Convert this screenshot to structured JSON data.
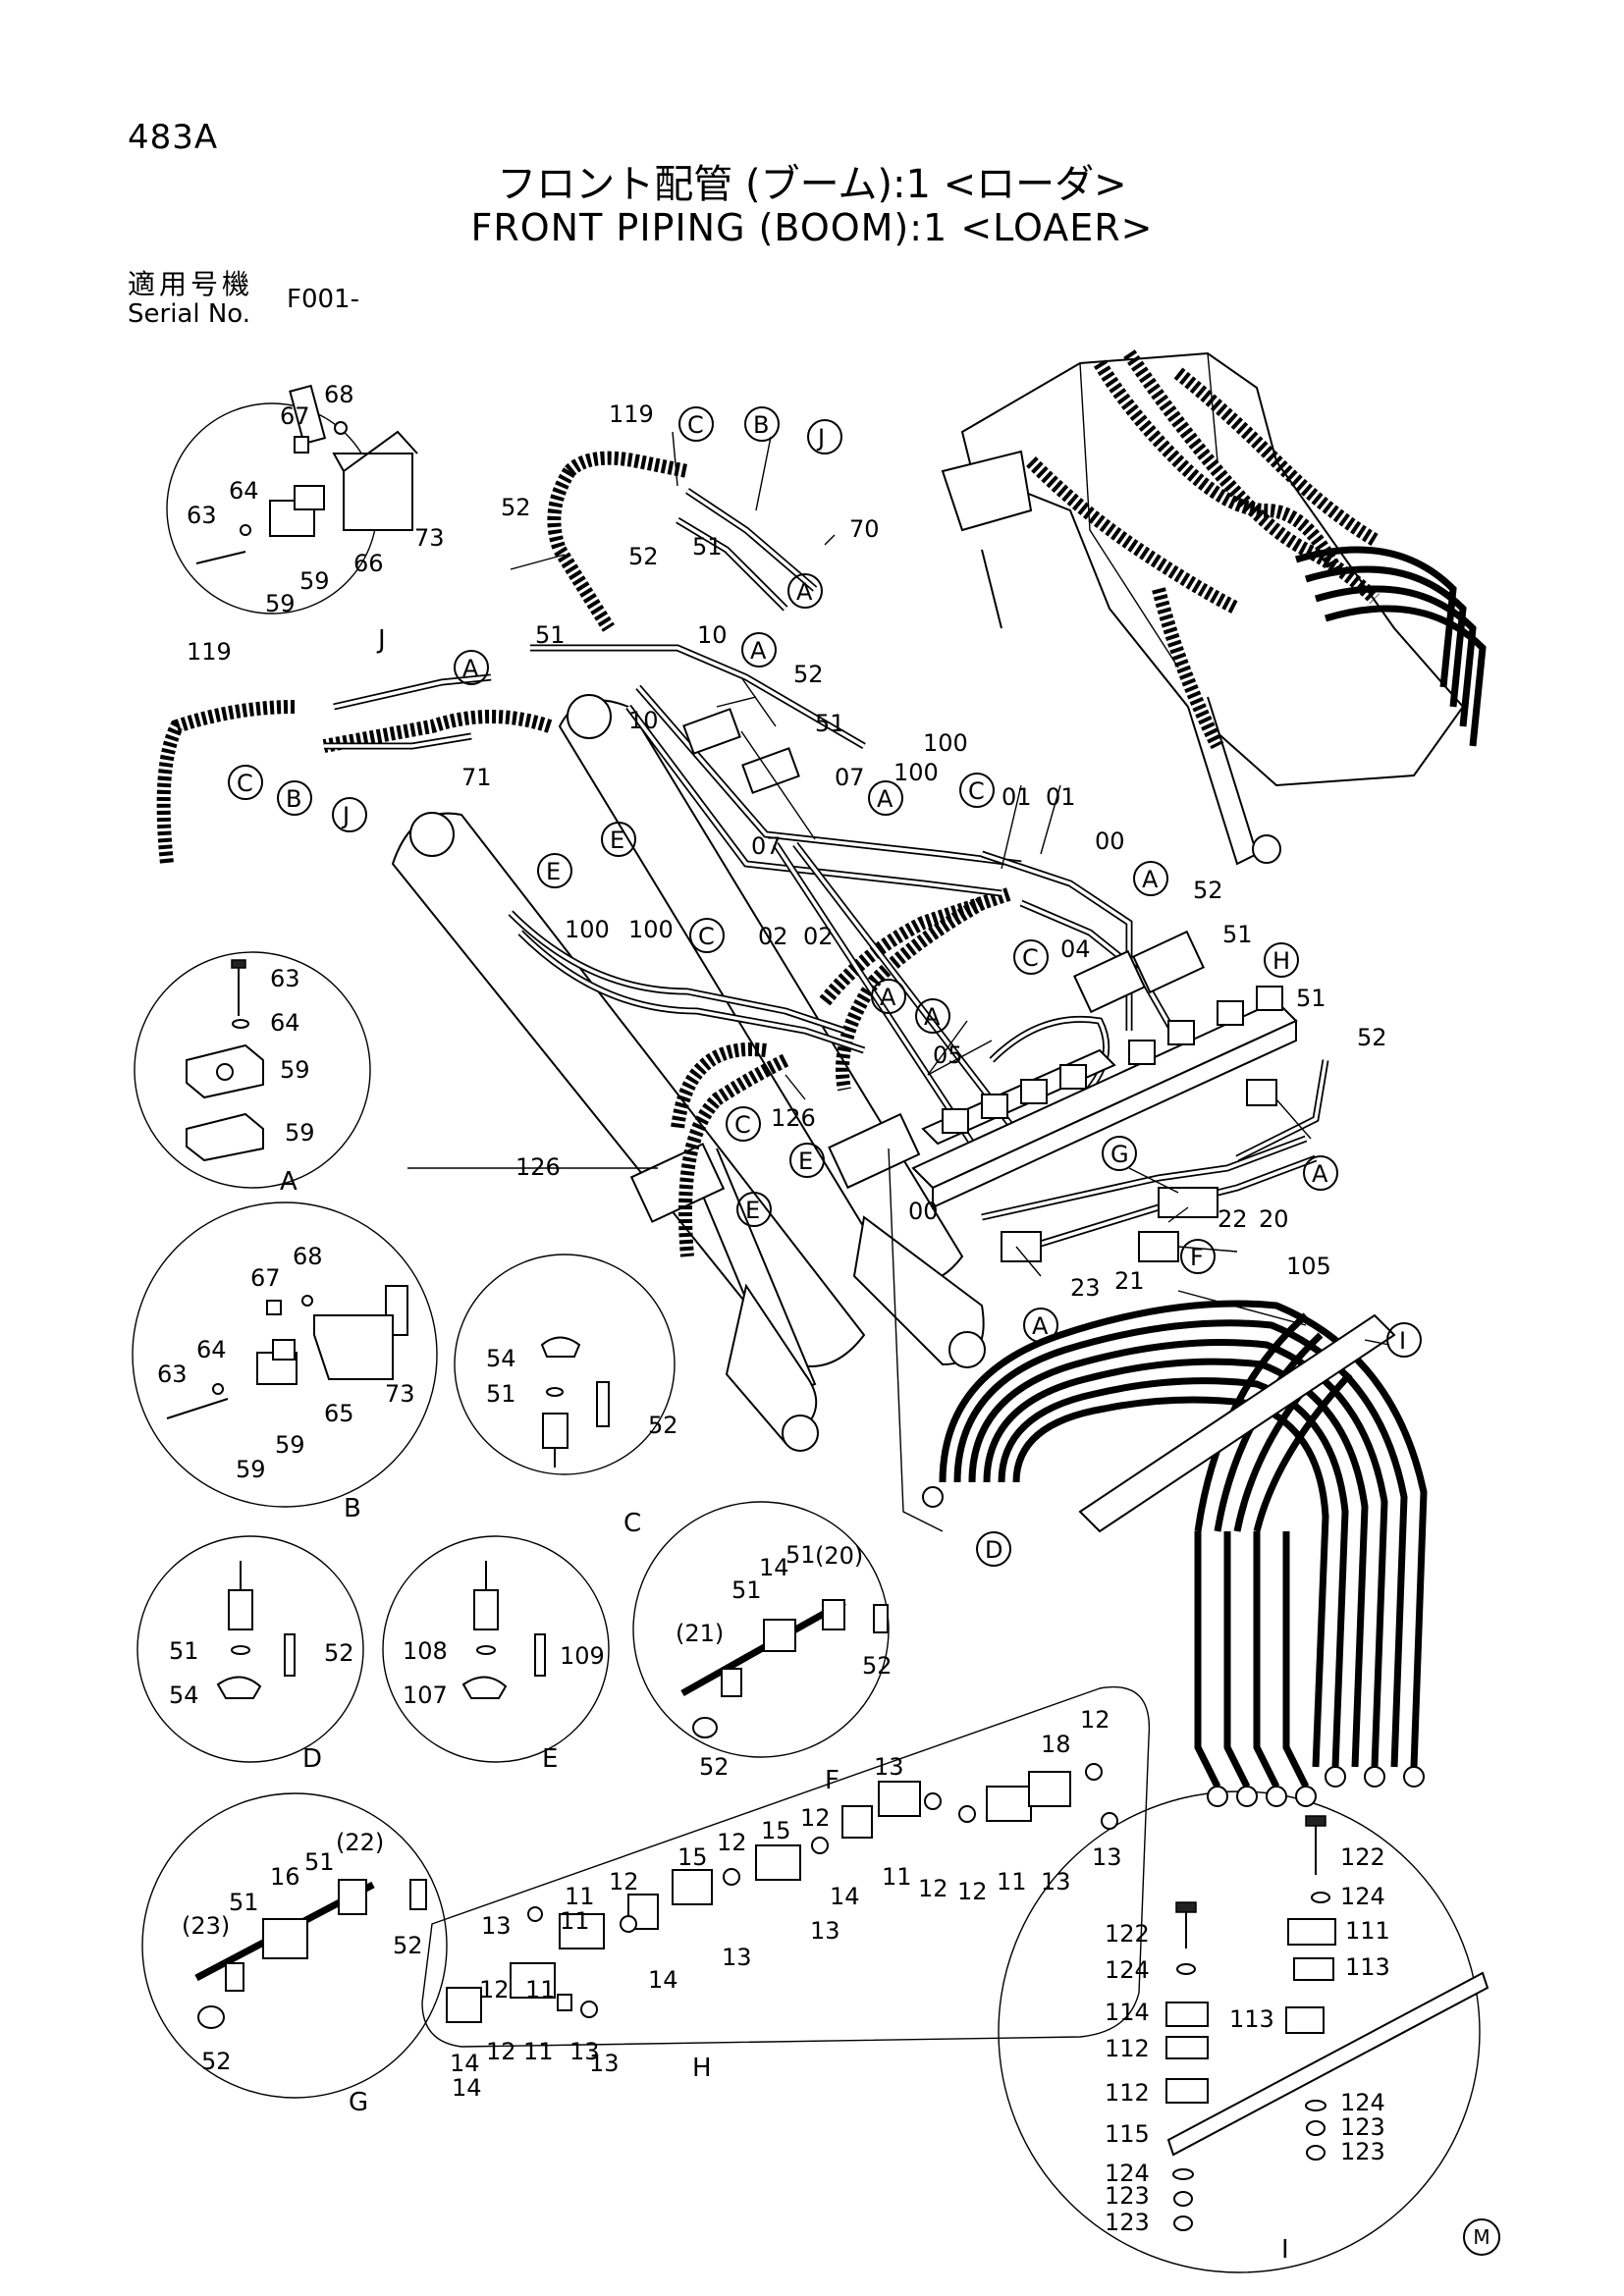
{
  "header": {
    "page_code": "483A",
    "title_ja": "フロント配管 (ブーム):1 <ローダ>",
    "title_en": "FRONT PIPING (BOOM):1 <LOAER>",
    "serial_label_ja": "適用号機",
    "serial_label_en": "Serial No.",
    "serial_value": "F001-"
  },
  "detail_circles": [
    {
      "letter": "J",
      "callouts": [
        "67",
        "68",
        "64",
        "63",
        "59",
        "59",
        "66",
        "73"
      ]
    },
    {
      "letter": "A",
      "callouts": [
        "63",
        "64",
        "59",
        "59"
      ]
    },
    {
      "letter": "B",
      "callouts": [
        "67",
        "68",
        "64",
        "63",
        "59",
        "59",
        "65",
        "73"
      ]
    },
    {
      "letter": "C",
      "callouts": [
        "54",
        "51",
        "52"
      ]
    },
    {
      "letter": "D",
      "callouts": [
        "51",
        "54",
        "52"
      ]
    },
    {
      "letter": "E",
      "callouts": [
        "108",
        "107",
        "109"
      ]
    },
    {
      "letter": "F",
      "callouts": [
        "51",
        "14",
        "51",
        "(20)",
        "(21)",
        "52",
        "52"
      ]
    },
    {
      "letter": "G",
      "callouts": [
        "16",
        "51",
        "(22)",
        "(23)",
        "51",
        "52",
        "52"
      ]
    },
    {
      "letter": "H",
      "callouts": [
        "18",
        "12",
        "13",
        "11",
        "13",
        "13",
        "12",
        "11",
        "11",
        "14",
        "15",
        "12",
        "13",
        "12",
        "15",
        "12",
        "13",
        "14",
        "13",
        "11",
        "12",
        "12",
        "11",
        "13",
        "14",
        "12",
        "11",
        "13",
        "14"
      ]
    },
    {
      "letter": "I",
      "callouts": [
        "122",
        "124",
        "111",
        "113",
        "122",
        "124",
        "114",
        "112",
        "113",
        "112",
        "115",
        "124",
        "123",
        "123",
        "124",
        "123",
        "123"
      ]
    }
  ],
  "main_callouts": [
    "119",
    "52",
    "51",
    "10",
    "10",
    "51",
    "52",
    "52",
    "51",
    "07",
    "07",
    "100",
    "100",
    "01",
    "01",
    "00",
    "04",
    "52",
    "51",
    "51",
    "52",
    "100",
    "100",
    "02",
    "02",
    "05",
    "126",
    "126",
    "00",
    "22",
    "20",
    "23",
    "21",
    "105",
    "70",
    "71",
    "119"
  ],
  "letter_markers": [
    "A",
    "B",
    "C",
    "D",
    "E",
    "F",
    "G",
    "H",
    "I",
    "J"
  ],
  "footer_mark": "M"
}
